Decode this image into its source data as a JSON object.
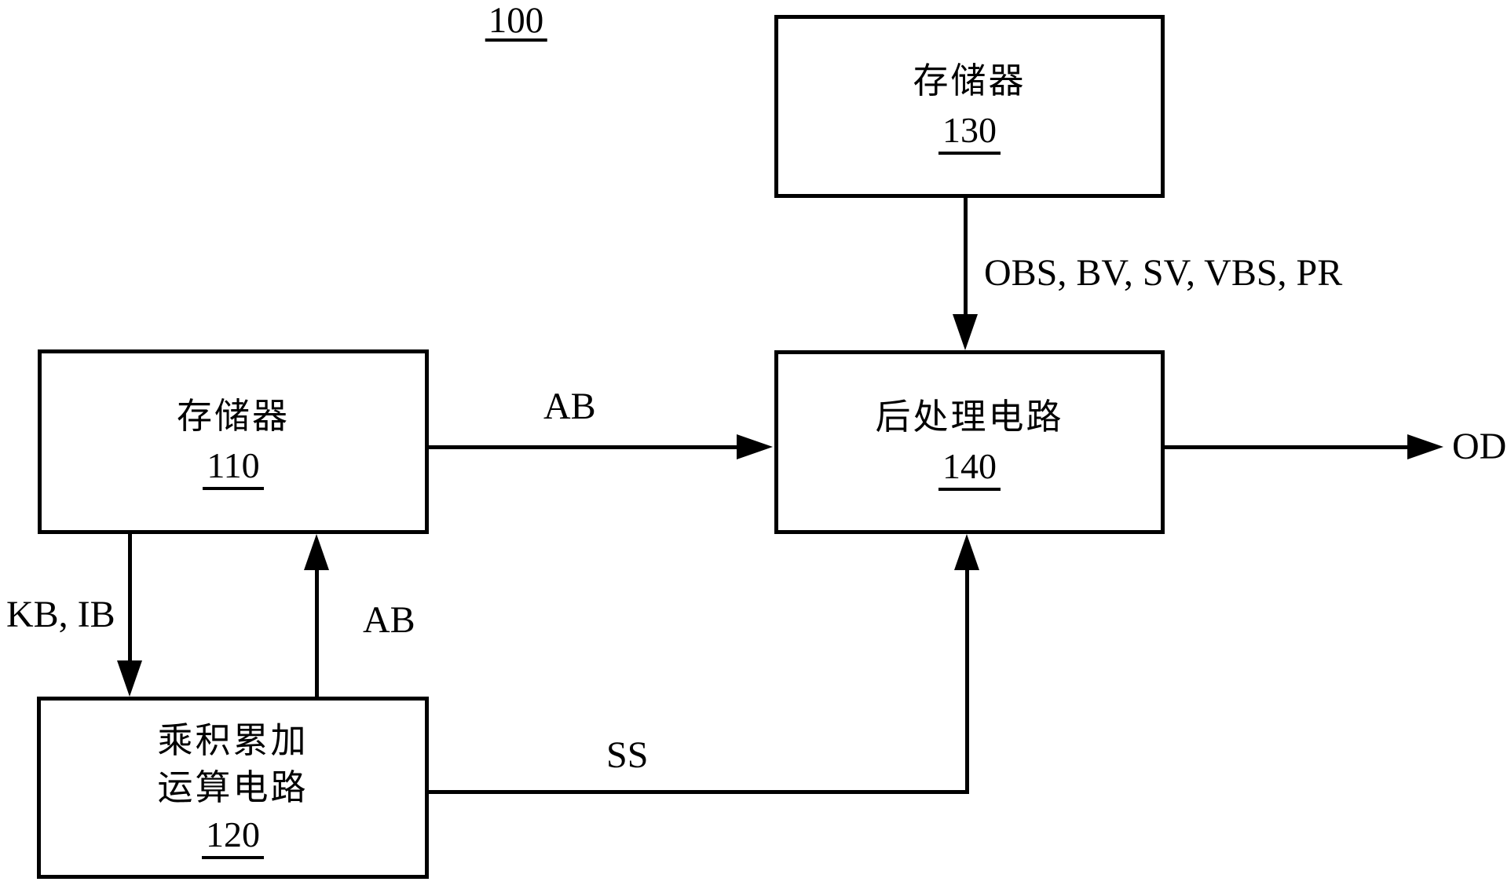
{
  "diagram": {
    "figure_label": "100",
    "boxes": {
      "memory130": {
        "title": "存储器",
        "ref": "130"
      },
      "memory110": {
        "title": "存储器",
        "ref": "110"
      },
      "postproc140": {
        "title": "后处理电路",
        "ref": "140"
      },
      "mac120": {
        "title_line1": "乘积累加",
        "title_line2": "运算电路",
        "ref": "120"
      }
    },
    "signals": {
      "mem130_to_postproc140": "OBS, BV, SV, VBS, PR",
      "mem110_to_postproc140": "AB",
      "postproc140_output": "OD",
      "mem110_to_mac120": "KB, IB",
      "mac120_to_mem110": "AB",
      "mac120_to_postproc140": "SS"
    }
  }
}
